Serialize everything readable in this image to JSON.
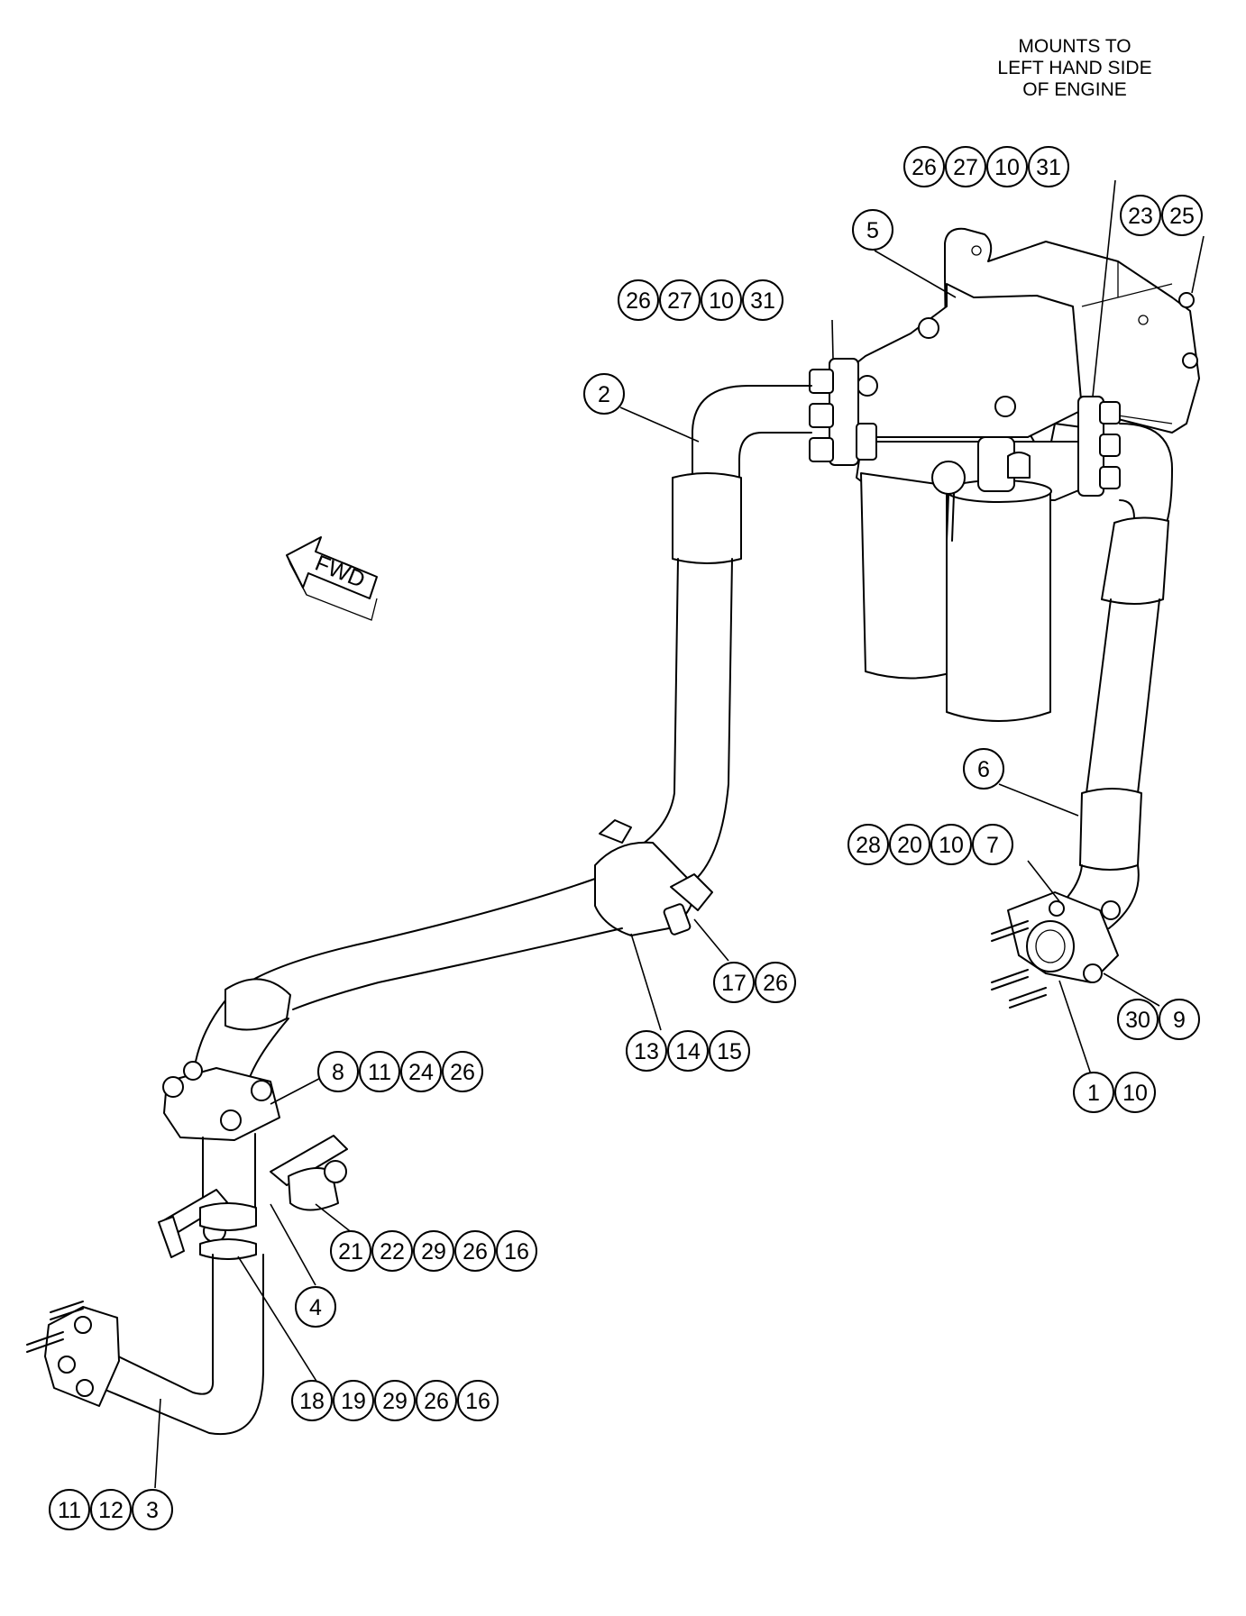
{
  "note": {
    "lines": [
      "MOUNTS TO",
      "LEFT HAND SIDE",
      "OF ENGINE"
    ]
  },
  "fwd_label": "FWD",
  "callout_groups": [
    {
      "name": "group-top-right",
      "numbers": [
        "26",
        "27",
        "10",
        "31"
      ]
    },
    {
      "name": "group-23-25",
      "numbers": [
        "23",
        "25"
      ]
    },
    {
      "name": "group-5",
      "numbers": [
        "5"
      ]
    },
    {
      "name": "group-top-left",
      "numbers": [
        "26",
        "27",
        "10",
        "31"
      ]
    },
    {
      "name": "group-2",
      "numbers": [
        "2"
      ]
    },
    {
      "name": "group-6",
      "numbers": [
        "6"
      ]
    },
    {
      "name": "group-28-20-10-7",
      "numbers": [
        "28",
        "20",
        "10",
        "7"
      ]
    },
    {
      "name": "group-17-26",
      "numbers": [
        "17",
        "26"
      ]
    },
    {
      "name": "group-30-9",
      "numbers": [
        "30",
        "9"
      ]
    },
    {
      "name": "group-13-14-15",
      "numbers": [
        "13",
        "14",
        "15"
      ]
    },
    {
      "name": "group-1-10",
      "numbers": [
        "1",
        "10"
      ]
    },
    {
      "name": "group-8-11-24-26",
      "numbers": [
        "8",
        "11",
        "24",
        "26"
      ]
    },
    {
      "name": "group-21-22-29-26-16",
      "numbers": [
        "21",
        "22",
        "29",
        "26",
        "16"
      ]
    },
    {
      "name": "group-4",
      "numbers": [
        "4"
      ]
    },
    {
      "name": "group-18-19-29-26-16",
      "numbers": [
        "18",
        "19",
        "29",
        "26",
        "16"
      ]
    },
    {
      "name": "group-11-12-3",
      "numbers": [
        "11",
        "12",
        "3"
      ]
    }
  ]
}
